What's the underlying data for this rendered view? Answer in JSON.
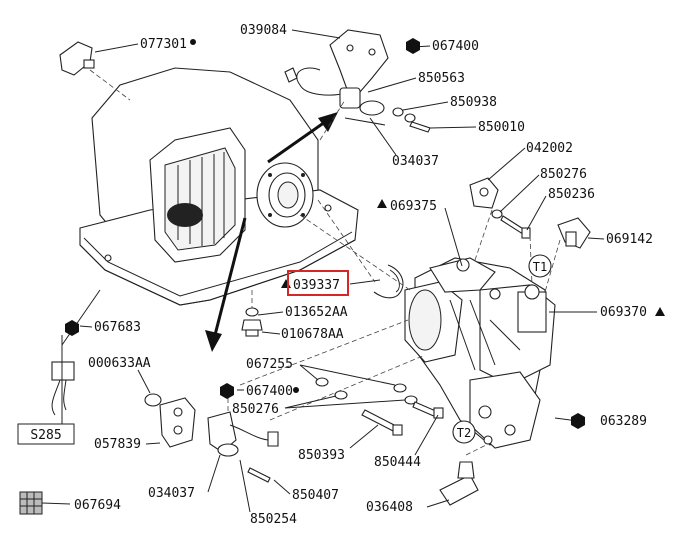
{
  "labels": {
    "p077301": "077301",
    "p039084": "039084",
    "p067400_top": "067400",
    "p850563": "850563",
    "p850938": "850938",
    "p850010": "850010",
    "p034037_top": "034037",
    "p042002": "042002",
    "p850276_r": "850276",
    "p850236": "850236",
    "p069375": "069375",
    "p069142": "069142",
    "p039337": "039337",
    "p013652AA": "013652AA",
    "p010678AA": "010678AA",
    "p069370": "069370",
    "p067683": "067683",
    "p000633AA": "000633AA",
    "p067255": "067255",
    "p067400_bot": "067400",
    "p850276_l": "850276",
    "p063289": "063289",
    "p057839": "057839",
    "p850393": "850393",
    "p850444": "850444",
    "p034037_bot": "034037",
    "p850407": "850407",
    "p036408": "036408",
    "p067694": "067694",
    "p850254": "850254",
    "box_S285": "S285",
    "callout_T1": "T1",
    "callout_T2": "T2"
  },
  "colors": {
    "highlight": "#d62728",
    "line": "#222222"
  },
  "highlighted_part": "039337"
}
